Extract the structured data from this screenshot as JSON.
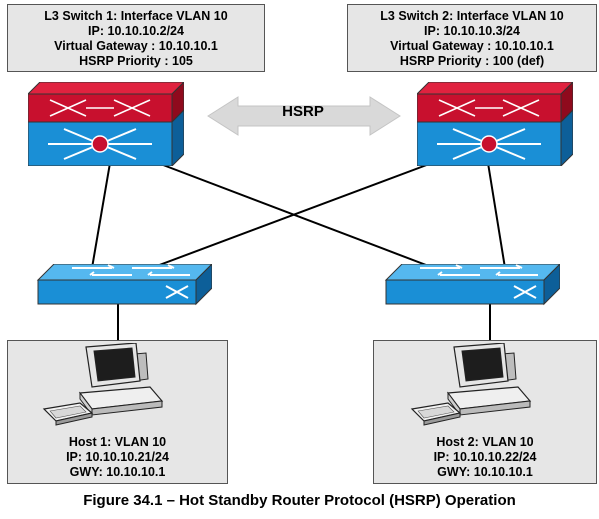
{
  "switch1": {
    "lines": [
      "L3 Switch 1: Interface VLAN  10",
      "IP: 10.10.10.2/24",
      "Virtual Gateway : 10.10.10.1",
      "HSRP Priority : 105"
    ]
  },
  "switch2": {
    "lines": [
      "L3 Switch 2: Interface VLAN  10",
      "IP: 10.10.10.3/24",
      "Virtual Gateway : 10.10.10.1",
      "HSRP Priority : 100 (def)"
    ]
  },
  "hsrp_label": "HSRP",
  "host1": {
    "lines": [
      "Host 1: VLAN 10",
      "IP: 10.10.10.21/24",
      "GWY: 10.10.10.1"
    ]
  },
  "host2": {
    "lines": [
      "Host 2: VLAN 10",
      "IP: 10.10.10.22/24",
      "GWY: 10.10.10.1"
    ]
  },
  "caption": "Figure 34.1 – Hot Standby Router Protocol (HSRP) Operation",
  "colors": {
    "switch_blue": "#1a8fd6",
    "switch_red": "#c8102e",
    "box_gray": "#e6e6e6",
    "arrow_gray": "#d9d9d9"
  }
}
